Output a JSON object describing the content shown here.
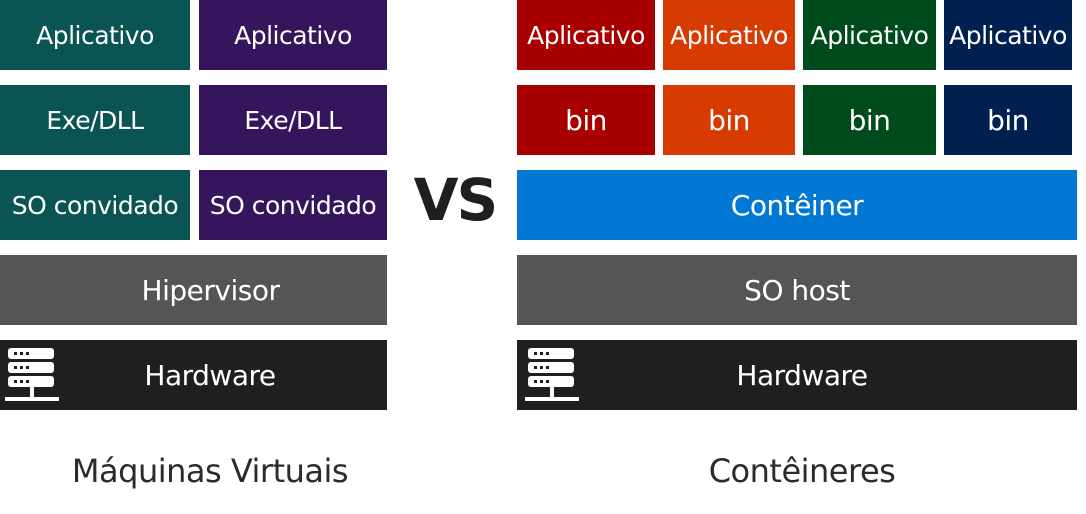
{
  "vm": {
    "app1": "Aplicativo",
    "app2": "Aplicativo",
    "exe1": "Exe/DLL",
    "exe2": "Exe/DLL",
    "guest1": "SO convidado",
    "guest2": "SO convidado",
    "hypervisor": "Hipervisor",
    "hardware": "Hardware",
    "caption": "Máquinas Virtuais"
  },
  "vs": "VS",
  "containers": {
    "apps": [
      "Aplicativo",
      "Aplicativo",
      "Aplicativo",
      "Aplicativo"
    ],
    "bins": [
      "bin",
      "bin",
      "bin",
      "bin"
    ],
    "container": "Contêiner",
    "host_os": "SO host",
    "hardware": "Hardware",
    "caption": "Contêineres"
  },
  "icons": {
    "hardware": "server-icon"
  },
  "colors": {
    "teal": "#0b5454",
    "purple": "#35155c",
    "gray": "#555555",
    "black": "#1f1f1f",
    "red": "#a80000",
    "orange": "#d83b01",
    "green": "#004b1c",
    "navy": "#002050",
    "blue": "#0078d4"
  }
}
